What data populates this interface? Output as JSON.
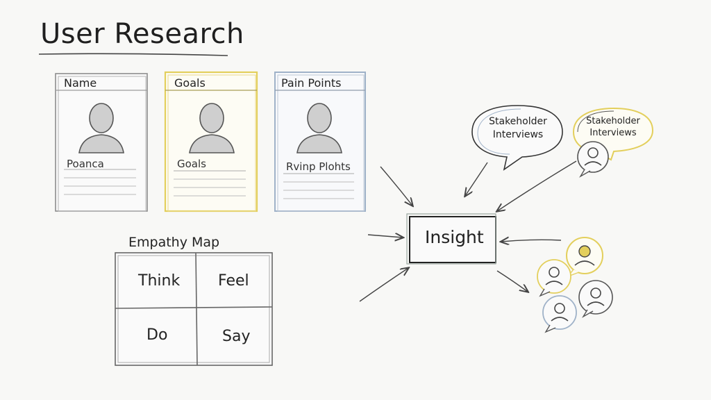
{
  "title": "User Research",
  "persona_cards": [
    {
      "header": "Name",
      "sub": "Poanca",
      "accent": "#9a9a9a"
    },
    {
      "header": "Goals",
      "sub": "Goals",
      "accent": "#e3cf5c"
    },
    {
      "header": "Pain Points",
      "sub": "Rvinp Plohts",
      "accent": "#9fb2c8"
    }
  ],
  "empathy_map": {
    "title": "Empathy Map",
    "cells": [
      "Think",
      "Feel",
      "Do",
      "Say"
    ]
  },
  "insight": "Insight",
  "stakeholder_bubbles": [
    {
      "line1": "Stakeholder",
      "line2": "Interviews"
    },
    {
      "line1": "Stakeholder",
      "line2": "Interviews"
    }
  ],
  "colors": {
    "ink": "#333333",
    "yellow": "#e3cf5c",
    "blue": "#9fb2c8",
    "grey": "#9a9a9a"
  }
}
